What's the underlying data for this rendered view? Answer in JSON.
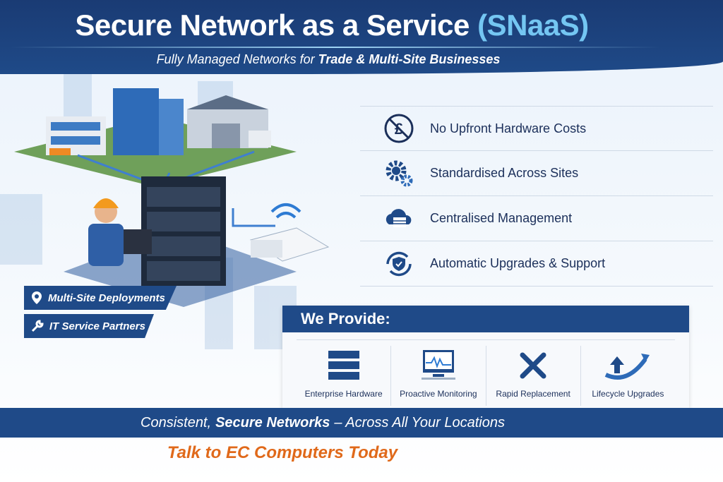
{
  "header": {
    "title_main": "Secure Network as a Service",
    "title_accent": "(SNaaS)",
    "subtitle_pre": "Fully Managed Networks for",
    "subtitle_bold": "Trade & Multi-Site Businesses"
  },
  "badges": [
    {
      "label": "Multi-Site Deployments",
      "icon": "location-pin-icon"
    },
    {
      "label": "IT Service Partners",
      "icon": "wrench-icon"
    }
  ],
  "features": [
    {
      "label": "No Upfront Hardware Costs",
      "icon": "no-pound-icon"
    },
    {
      "label": "Standardised Across Sites",
      "icon": "gears-icon"
    },
    {
      "label": "Centralised Management",
      "icon": "cloud-icon"
    },
    {
      "label": "Automatic Upgrades & Support",
      "icon": "shield-refresh-icon"
    }
  ],
  "provide": {
    "title": "We Provide:",
    "items": [
      {
        "label": "Enterprise Hardware",
        "icon": "server-icon"
      },
      {
        "label": "Proactive Monitoring",
        "icon": "monitor-icon"
      },
      {
        "label": "Rapid Replacement",
        "icon": "tools-icon"
      },
      {
        "label": "Lifecycle Upgrades",
        "icon": "upgrade-arrow-icon"
      }
    ]
  },
  "footer": {
    "pre": "Consistent,",
    "bold": "Secure Networks",
    "post": "– Across All Your Locations",
    "cta": "Talk to EC Computers Today"
  },
  "colors": {
    "primary": "#1f4a88",
    "accent": "#74c6f2",
    "cta": "#e0691a"
  }
}
